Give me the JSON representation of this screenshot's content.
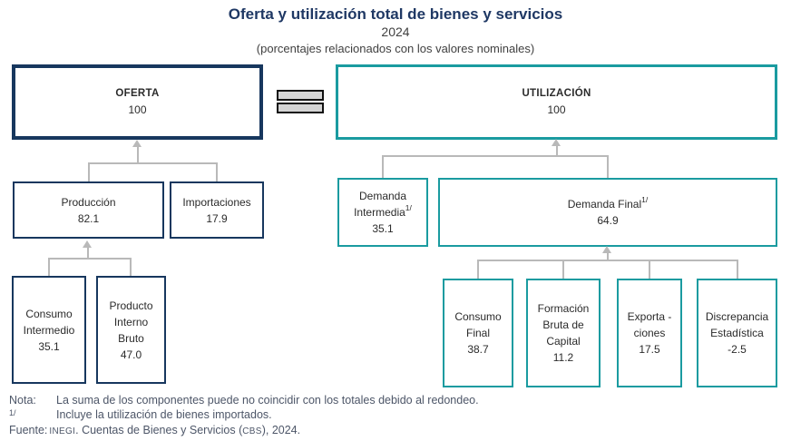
{
  "title": "Oferta y utilización total de bienes y servicios",
  "year": "2024",
  "subtitle": "(porcentajes relacionados con los valores nominales)",
  "colors": {
    "navy_border": "#17375e",
    "teal_border": "#1a9ba0",
    "connector_gray": "#b9b9b9",
    "title_navy": "#1f3864"
  },
  "equals_icon_meaning": "=",
  "boxes": {
    "oferta": {
      "label": "OFERTA",
      "value": "100"
    },
    "utilizacion": {
      "label": "UTILIZACIÓN",
      "value": "100"
    },
    "produccion": {
      "label": "Producción",
      "value": "82.1"
    },
    "importaciones": {
      "label": "Importaciones",
      "value": "17.9"
    },
    "consumo_intermedio": {
      "label": "Consumo Intermedio",
      "value": "35.1"
    },
    "producto_interno_bruto": {
      "label": "Producto Interno Bruto",
      "value": "47.0"
    },
    "demanda_intermedia": {
      "label": "Demanda Intermedia",
      "sup": "1/",
      "value": "35.1"
    },
    "demanda_final": {
      "label": "Demanda Final",
      "sup": "1/",
      "value": "64.9"
    },
    "consumo_final": {
      "label": "Consumo Final",
      "value": "38.7"
    },
    "formacion_bruta_capital": {
      "label": "Formación Bruta de Capital",
      "value": "11.2"
    },
    "exportaciones": {
      "label": "Exporta - ciones",
      "value": "17.5"
    },
    "discrepancia_estadistica": {
      "label": "Discrepancia Estadística",
      "value": "-2.5"
    }
  },
  "notes": {
    "nota_label": "Nota:",
    "nota_text": "La suma de los componentes puede no coincidir con los totales debido al redondeo.",
    "fn_marker": "1/",
    "fn_text": "Incluye la utilización de bienes importados.",
    "fuente_label": "Fuente:",
    "fuente_inegi": "INEGI",
    "fuente_mid": ". Cuentas de Bienes y Servicios (",
    "fuente_cbs": "CBS",
    "fuente_end": "), 2024."
  }
}
